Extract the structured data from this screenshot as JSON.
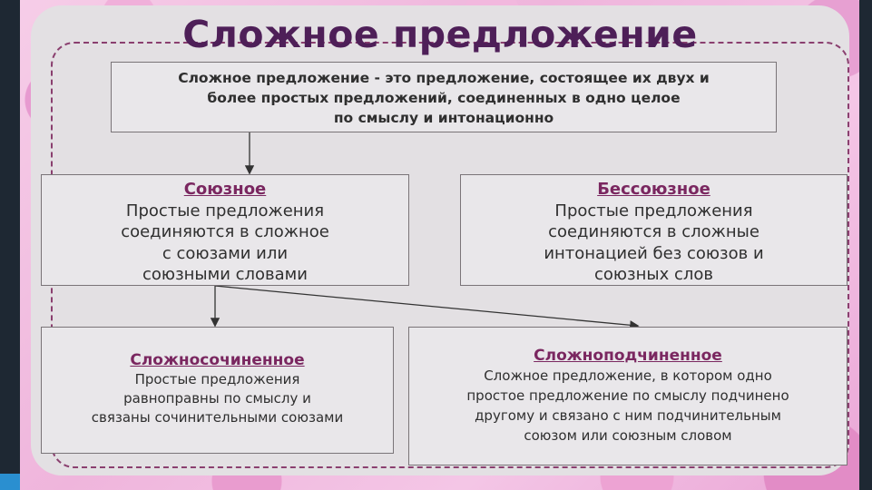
{
  "title": "Сложное предложение",
  "definition": {
    "lines": [
      "Сложное предложение - это предложение, состоящее их двух и",
      "более простых предложений, соединенных в одно целое",
      "по смыслу и интонационно"
    ]
  },
  "boxes": {
    "union": {
      "heading": "Союзное",
      "lines": [
        "Простые предложения",
        "соединяются в сложное",
        "с союзами или",
        "союзными словами"
      ]
    },
    "nonunion": {
      "heading": "Бессоюзное",
      "lines": [
        "Простые предложения",
        "соединяются в сложные",
        "интонацией без союзов и",
        "союзных слов"
      ]
    },
    "compound": {
      "heading": "Сложносочиненное",
      "lines": [
        "Простые предложения",
        "равноправны по смыслу и",
        "связаны сочинительными союзами"
      ]
    },
    "complex": {
      "heading": "Сложноподчиненное",
      "lines": [
        "Сложное предложение, в котором одно",
        "простое предложение по смыслу подчинено",
        "другому и связано с ним подчинительным",
        "союзом или союзным словом"
      ]
    }
  },
  "colors": {
    "title": "#4e1f58",
    "heading": "#7a2760",
    "panel": "#e3e0e3",
    "frame_dash": "#8a3f6f",
    "flowers": "#e79ad0"
  }
}
